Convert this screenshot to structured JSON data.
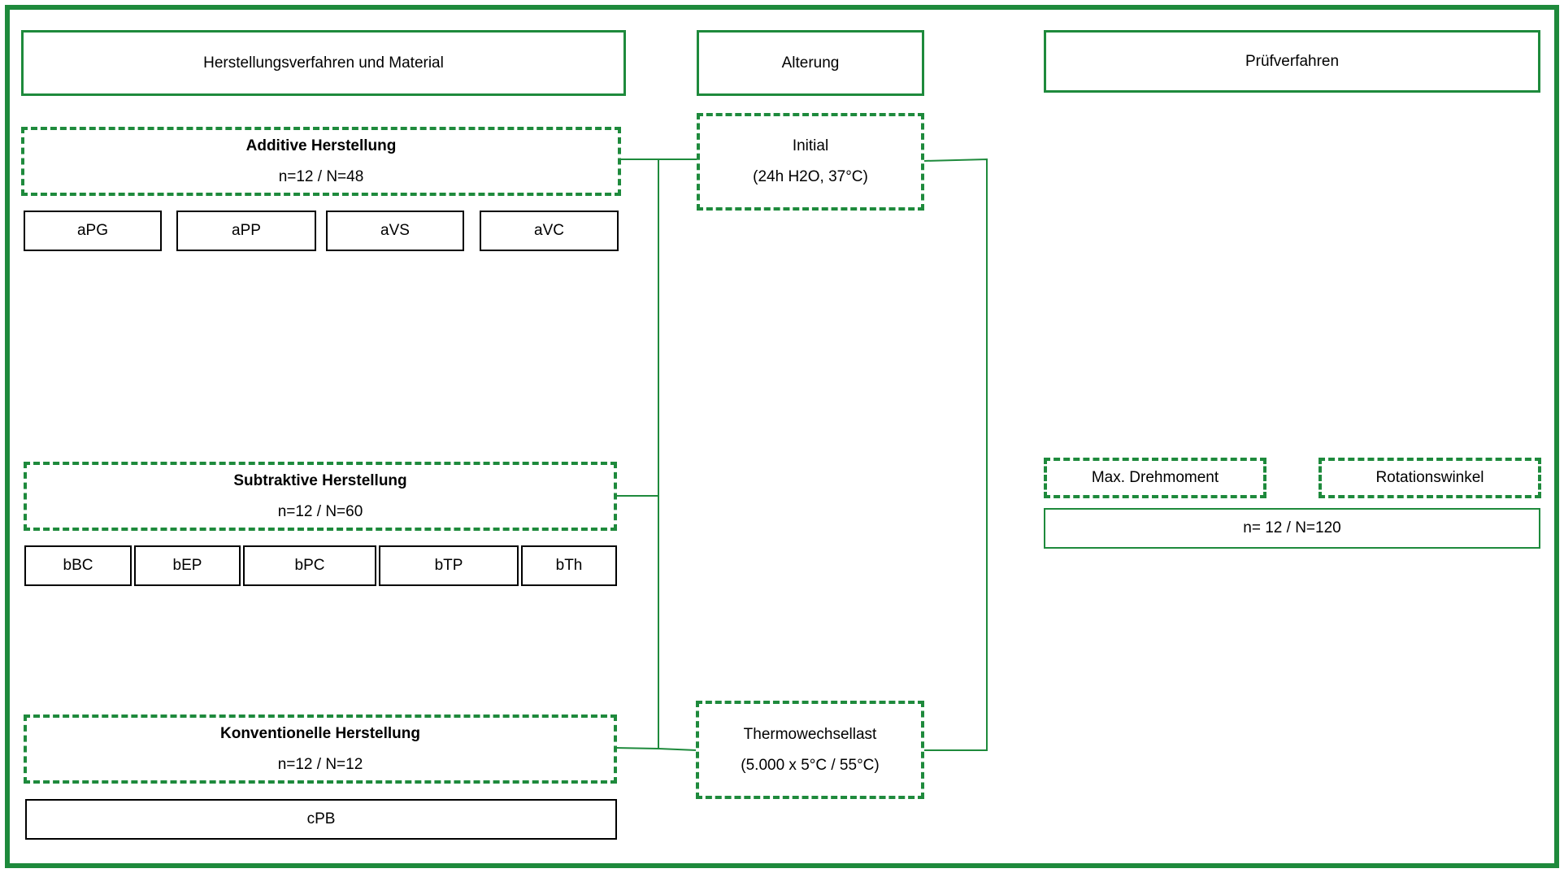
{
  "headers": {
    "manufacturing": "Herstellungsverfahren und Material",
    "aging": "Alterung",
    "testing": "Prüfverfahren"
  },
  "groups": {
    "additive": {
      "title": "Additive Herstellung",
      "count": "n=12 / N=48",
      "materials": [
        "aPG",
        "aPP",
        "aVS",
        "aVC"
      ]
    },
    "subtractive": {
      "title": "Subtraktive Herstellung",
      "count": "n=12 / N=60",
      "materials": [
        "bBC",
        "bEP",
        "bPC",
        "bTP",
        "bTh"
      ]
    },
    "conventional": {
      "title": "Konventionelle Herstellung",
      "count": "n=12 / N=12",
      "materials": [
        "cPB"
      ]
    }
  },
  "aging": {
    "initial": {
      "title": "Initial",
      "condition": "(24h H2O, 37°C)"
    },
    "thermo": {
      "title": "Thermowechsellast",
      "condition": "(5.000 x 5°C / 55°C)"
    }
  },
  "tests": {
    "torque": "Max. Drehmoment",
    "rotation": "Rotationswinkel",
    "count": "n= 12 / N=120"
  },
  "colors": {
    "accent": "#1e8a3c",
    "material_border": "#000000",
    "background": "#ffffff"
  }
}
